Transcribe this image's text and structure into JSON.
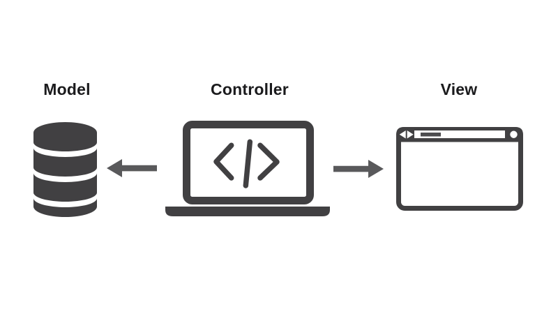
{
  "colors": {
    "background": "#ffffff",
    "icon_dark": "#414042",
    "arrow_gray": "#59595b",
    "url_block": "#4d4d4f",
    "label_text": "#1b1b1d"
  },
  "diagram": {
    "type": "architecture-diagram",
    "nodes": [
      {
        "id": "model",
        "label": "Model",
        "icon": "database-icon"
      },
      {
        "id": "controller",
        "label": "Controller",
        "icon": "laptop-code-icon"
      },
      {
        "id": "view",
        "label": "View",
        "icon": "browser-window-icon"
      }
    ],
    "connections": [
      {
        "from": "controller",
        "to": "model",
        "direction": "left"
      },
      {
        "from": "controller",
        "to": "view",
        "direction": "right"
      }
    ]
  }
}
